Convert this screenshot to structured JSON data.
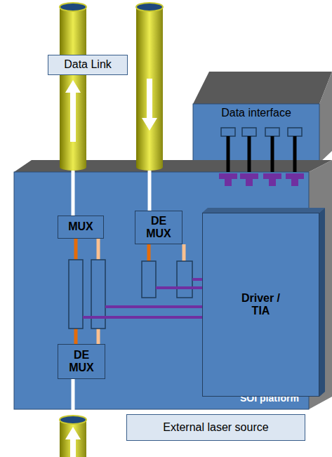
{
  "diagram": {
    "nodes": [
      {
        "text": [
          "Data Link"
        ]
      },
      {
        "text": [
          "Data interface"
        ]
      },
      {
        "text": [
          "SOI platform"
        ]
      },
      {
        "text": [
          "MUX"
        ],
        "in": 2
      },
      {
        "text": [
          "DE MUX"
        ],
        "in": 2
      },
      {
        "text": [
          "Driver / TIA"
        ],
        "in": 2
      },
      {
        "text": [
          "DE MUX"
        ],
        "in": 2
      },
      {
        "text": [
          "External laser source"
        ]
      }
    ],
    "edges": [
      {
        "from": 1,
        "to": 2,
        "arrow": "none"
      },
      {
        "from": 1,
        "to": 2,
        "arrow": "none"
      },
      {
        "from": 1,
        "to": 2,
        "arrow": "none"
      },
      {
        "from": 1,
        "to": 2,
        "arrow": "none"
      }
    ]
  }
}
